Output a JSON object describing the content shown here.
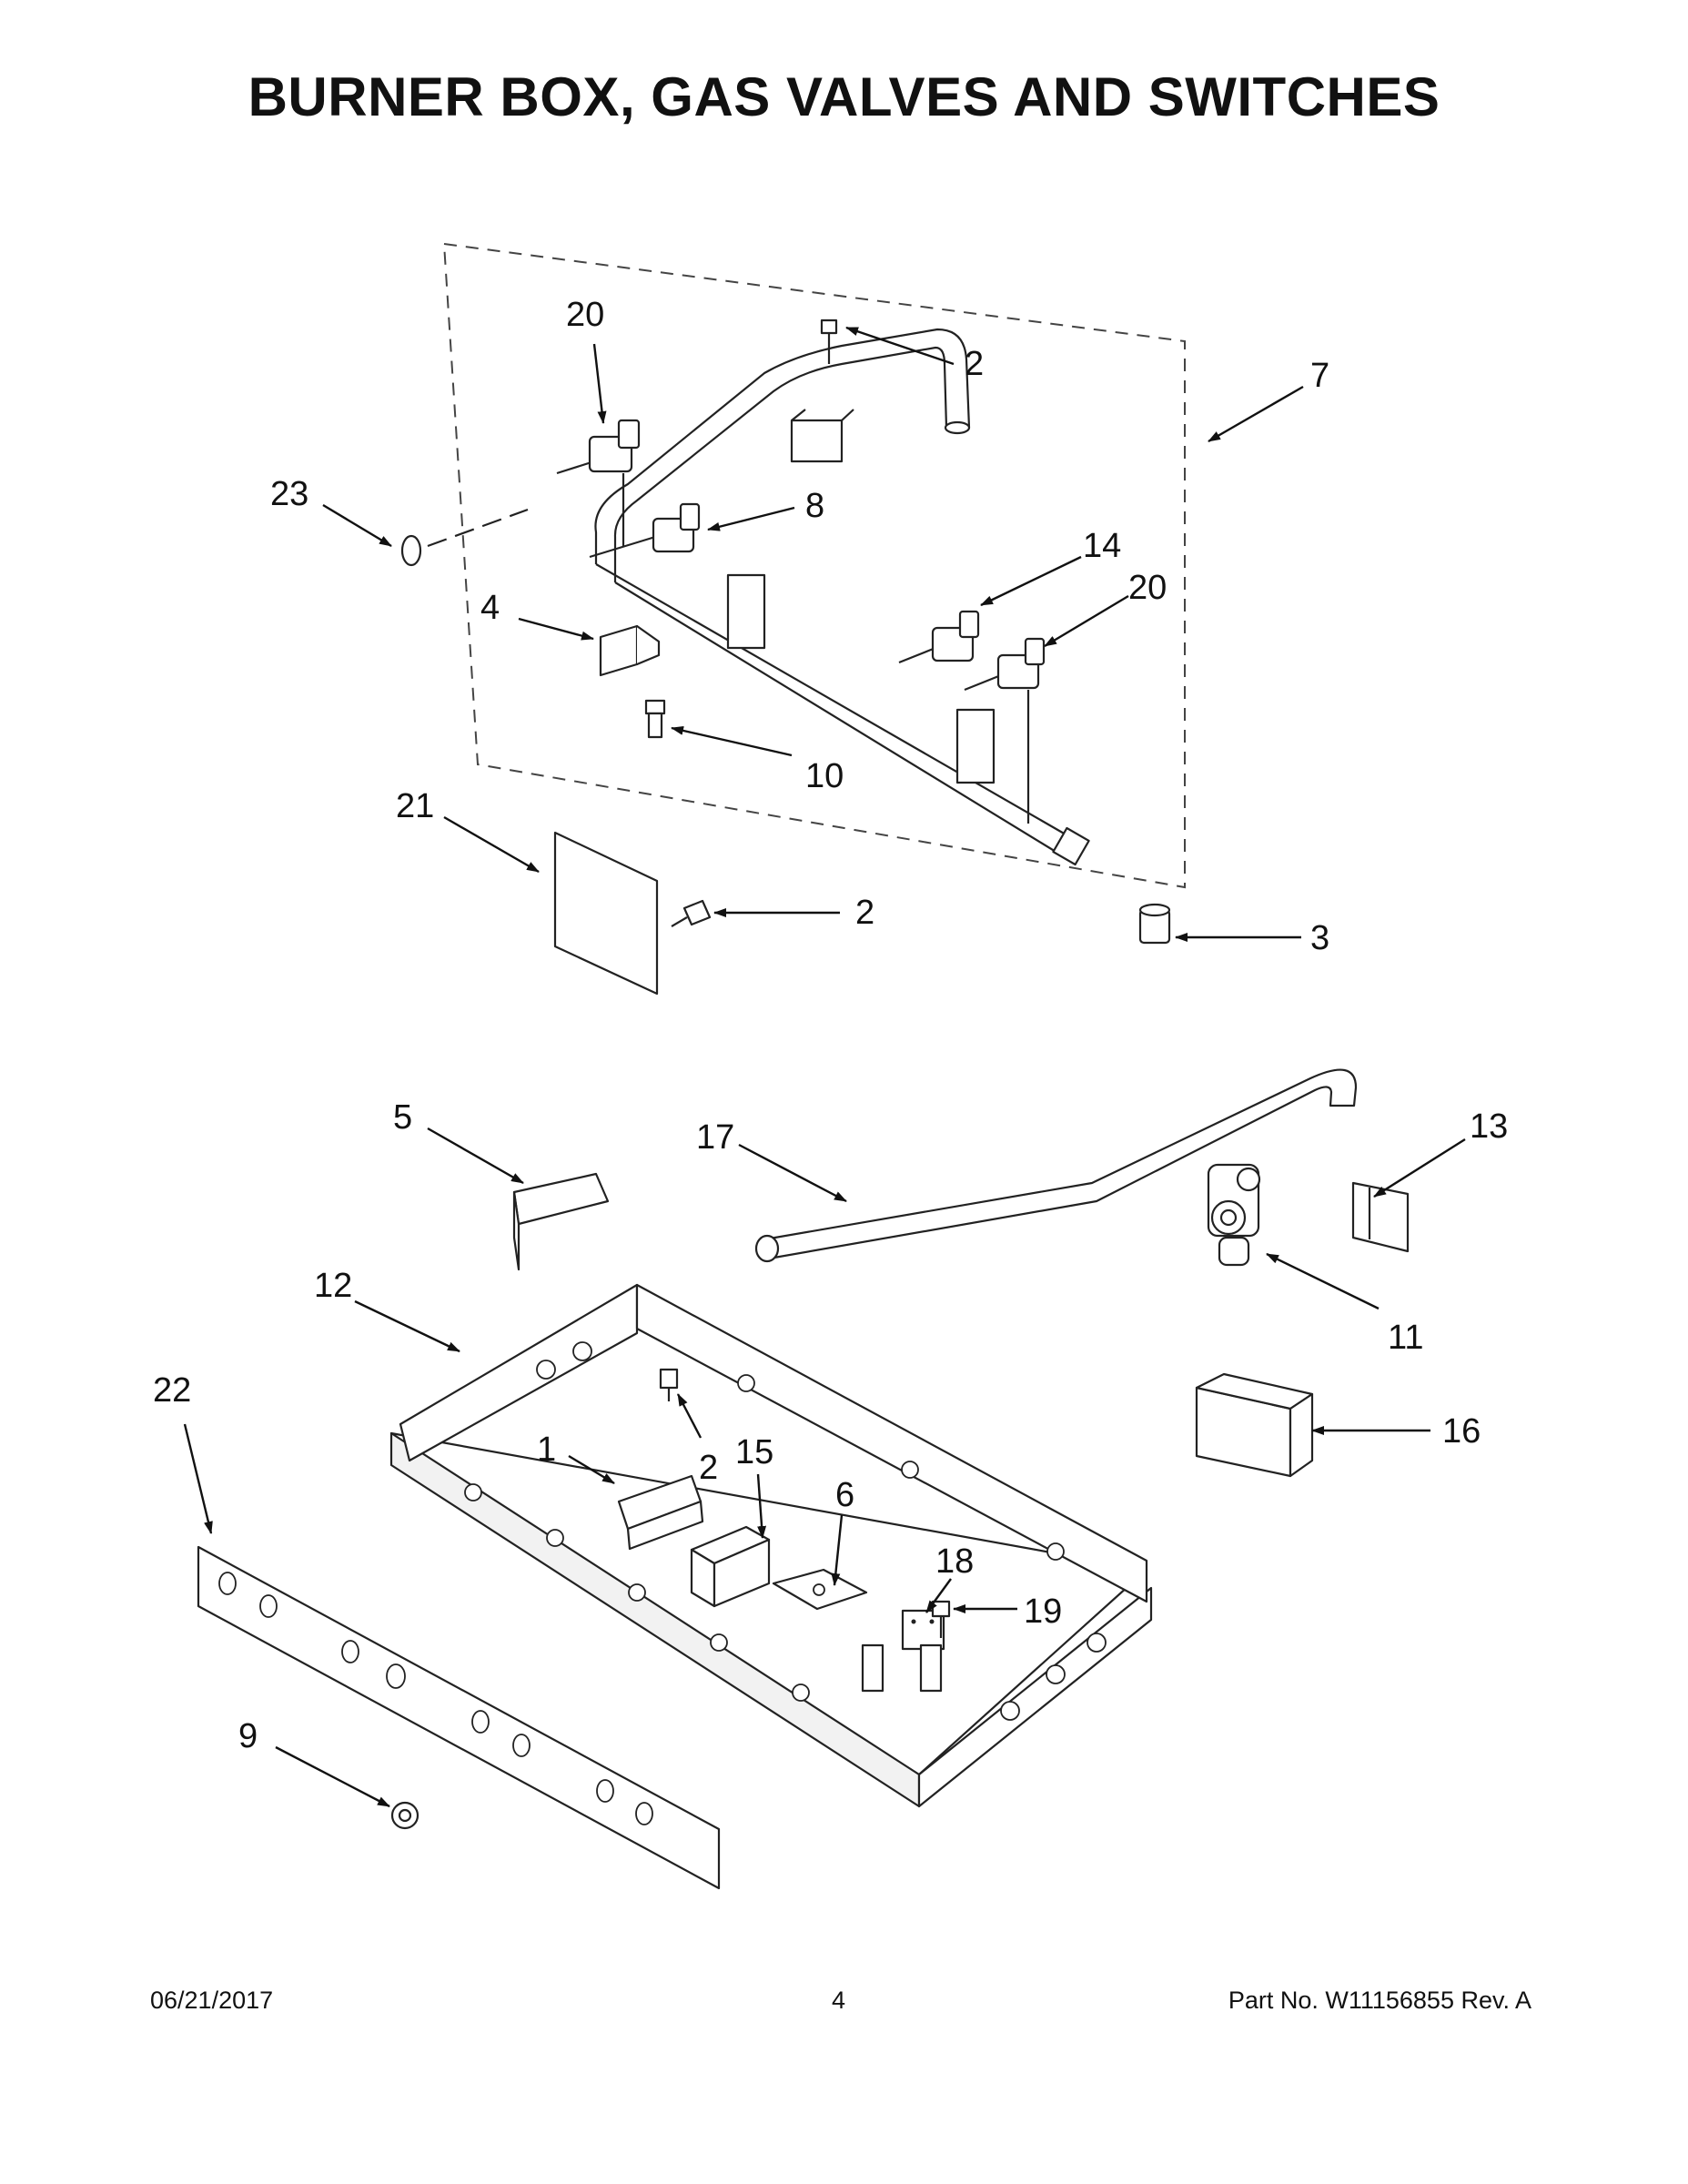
{
  "page": {
    "title": "BURNER BOX, GAS VALVES AND SWITCHES",
    "footer": {
      "date": "06/21/2017",
      "page_number": "4",
      "part_number": "Part No.  W11156855  Rev.  A"
    }
  },
  "callouts": {
    "c20a": "20",
    "c2a": "2",
    "c7": "7",
    "c23": "23",
    "c8": "8",
    "c14": "14",
    "c20b": "20",
    "c4": "4",
    "c10": "10",
    "c21": "21",
    "c2b": "2",
    "c3": "3",
    "c5": "5",
    "c17": "17",
    "c13": "13",
    "c12": "12",
    "c11": "11",
    "c22": "22",
    "c1": "1",
    "c2c": "2",
    "c15": "15",
    "c6": "6",
    "c16": "16",
    "c18": "18",
    "c19": "19",
    "c9": "9"
  }
}
